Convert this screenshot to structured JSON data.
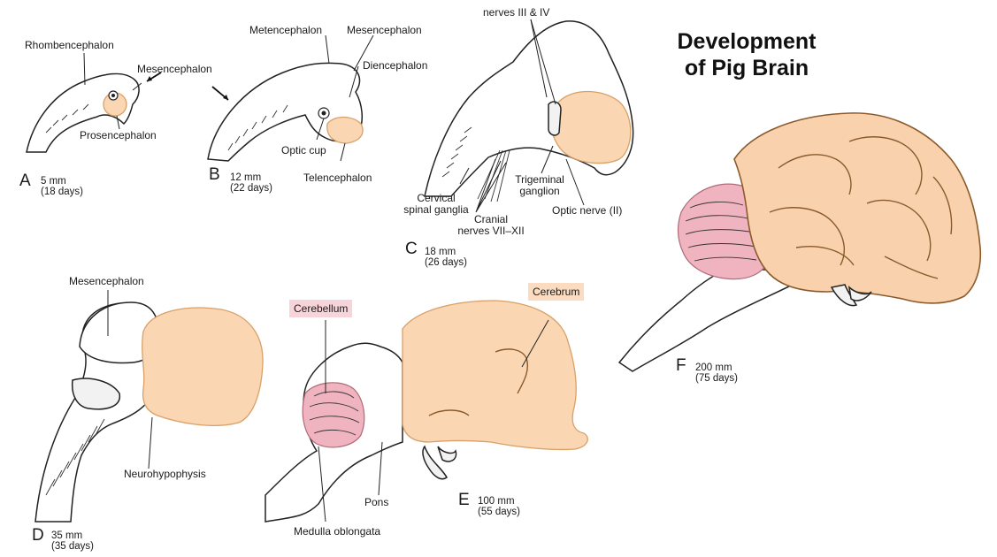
{
  "title": {
    "line1": "Development",
    "line2": "of Pig Brain"
  },
  "stages": [
    {
      "letter": "A",
      "size": "5 mm",
      "age": "(18 days)"
    },
    {
      "letter": "B",
      "size": "12 mm",
      "age": "(22 days)"
    },
    {
      "letter": "C",
      "size": "18 mm",
      "age": "(26 days)"
    },
    {
      "letter": "D",
      "size": "35 mm",
      "age": "(35 days)"
    },
    {
      "letter": "E",
      "size": "100 mm",
      "age": "(55 days)"
    },
    {
      "letter": "F",
      "size": "200 mm",
      "age": "(75 days)"
    }
  ],
  "labels": {
    "a_rhombencephalon": "Rhombencephalon",
    "a_mesencephalon": "Mesencephalon",
    "a_prosencephalon": "Prosencephalon",
    "b_metencephalon": "Metencephalon",
    "b_mesencephalon": "Mesencephalon",
    "b_diencephalon": "Diencephalon",
    "b_optic_cup": "Optic cup",
    "b_telencephalon": "Telencephalon",
    "c_nerves_iii_iv": "nerves III & IV",
    "c_cervical_1": "Cervical",
    "c_cervical_2": "spinal ganglia",
    "c_cranial_1": "Cranial",
    "c_cranial_2": "nerves VII–XII",
    "c_trigeminal_1": "Trigeminal",
    "c_trigeminal_2": "ganglion",
    "c_optic_nerve": "Optic nerve (II)",
    "d_mesencephalon": "Mesencephalon",
    "d_neurohypophysis": "Neurohypophysis",
    "e_cerebellum": "Cerebellum",
    "e_cerebrum": "Cerebrum",
    "e_pons": "Pons",
    "e_medulla": "Medulla oblongata"
  },
  "colors": {
    "cerebrum_highlight": "#fbdcc0",
    "cerebellum_highlight": "#f7d3da",
    "brain_peach": "#fad6b3",
    "cerebellum_pink": "#f0b3c0"
  }
}
